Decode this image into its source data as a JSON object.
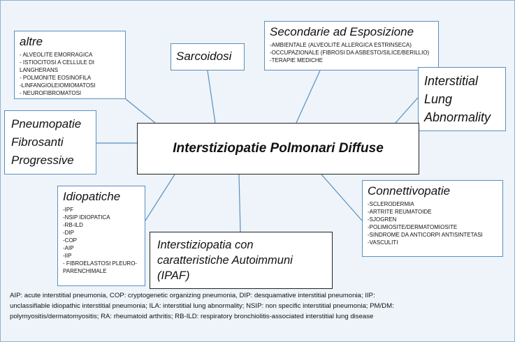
{
  "center": {
    "title": "Interstiziopatie Polmonari Diffuse"
  },
  "altre": {
    "title": "altre",
    "items": [
      "- ALVEOLITE EMORRAGICA",
      "- ISTIOCITOSI A CELLULE DI LANGHERANS",
      "- POLMONITE EOSINOFILA",
      " -LINFANGIOLEIOMIOMATOSI",
      "- NEUROFIBROMATOSI"
    ]
  },
  "sarcoidosi": {
    "title": "Sarcoidosi"
  },
  "secondarie": {
    "title": "Secondarie ad Esposizione",
    "items": [
      "-AMBIENTALE (ALVEOLITE ALLERGICA ESTRINSECA)",
      "-OCCUPAZIONALE (FIBROSI DA ASBESTO/SILICE/BERILLIO)",
      "-TERAPIE MEDICHE"
    ]
  },
  "ila": {
    "lines": [
      "Interstitial",
      "Lung",
      "Abnormality"
    ]
  },
  "ppf": {
    "lines": [
      "Pneumopatie",
      "Fibrosanti",
      "Progressive"
    ]
  },
  "idiopatiche": {
    "title": "Idiopatiche",
    "items": [
      "-IPF",
      "-NSIP IDIOPATICA",
      "-RB-ILD",
      "-DIP",
      "-COP",
      "-AIP",
      "-IIP",
      "- FIBROELASTOSI PLEURO-",
      "PARENCHIMALE"
    ]
  },
  "ipaf": {
    "lines": [
      "Interstiziopatia con",
      "caratteristiche Autoimmuni",
      "(IPAF)"
    ]
  },
  "connettivopatie": {
    "title": "Connettivopatie",
    "items": [
      "-SCLERODERMIA",
      "-ARTRITE REUMATOIDE",
      "-SJOGREN",
      "-POLIMIOSITE/DERMATOMIOSITE",
      "-SINDROME DA ANTICORPI ANTISINTETASI",
      "-VASCULITI"
    ]
  },
  "footer": {
    "lines": [
      "AIP: acute interstitial pneumonia, COP: cryptogenetic organizing pneumonia, DIP: desquamative interstitial pneumonia; IIP:",
      "unclassifiable idiopathic interstitial pneumonia; ILA: interstitial lung abnormality; NSIP: non specific interstitial pneumonia; PM/DM:",
      "polymyositis/dermatomyositis; RA: rheumatoid arthritis; RB-ILD: respiratory bronchiolitis-associated interstitial lung disease"
    ]
  },
  "colors": {
    "box_border": "#5a8fc0",
    "line": "#5a8fc0",
    "background": "#eef4f9"
  }
}
